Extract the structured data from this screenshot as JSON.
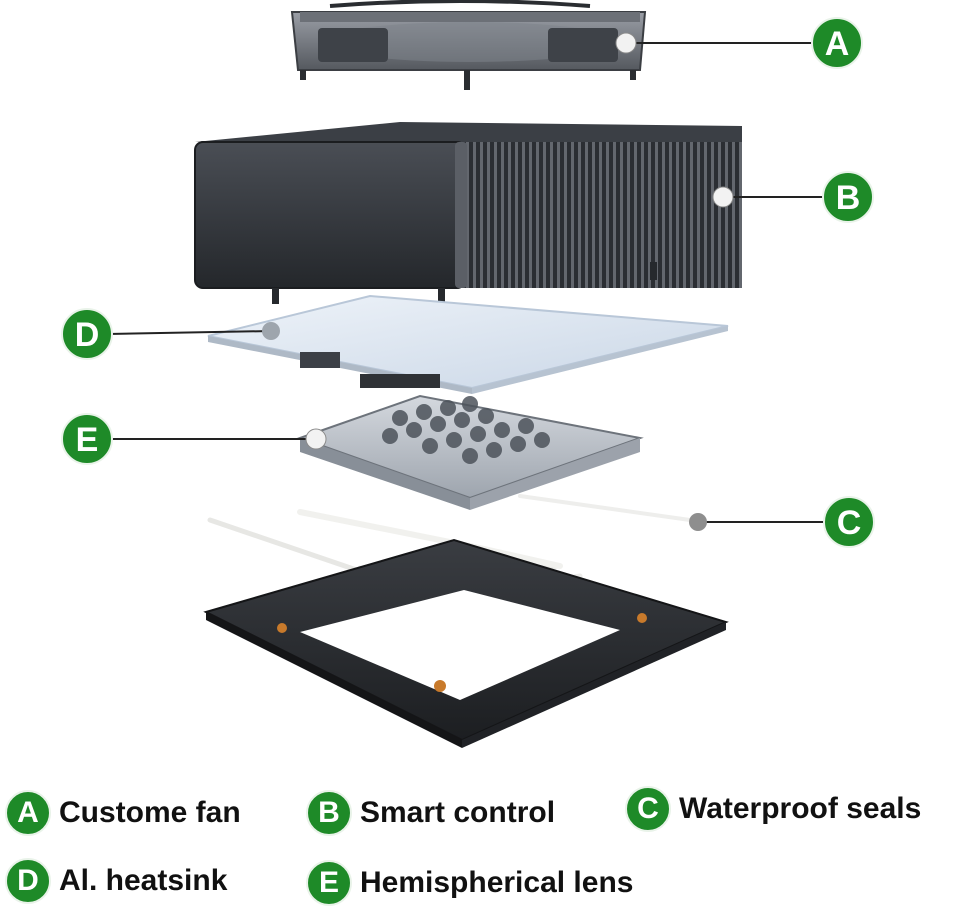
{
  "colors": {
    "badge_green": "#1e8a28",
    "leader_line": "#222222",
    "dark_metal": "#2e3136",
    "heatsink_plate": "#dde6f0"
  },
  "callouts": {
    "A": "A",
    "B": "B",
    "C": "C",
    "D": "D",
    "E": "E"
  },
  "legend": [
    {
      "badge": "A",
      "text": "Custome fan"
    },
    {
      "badge": "B",
      "text": "Smart control"
    },
    {
      "badge": "C",
      "text": "Waterproof seals"
    },
    {
      "badge": "D",
      "text": "Al. heatsink"
    },
    {
      "badge": "E",
      "text": "Hemispherical lens"
    }
  ]
}
